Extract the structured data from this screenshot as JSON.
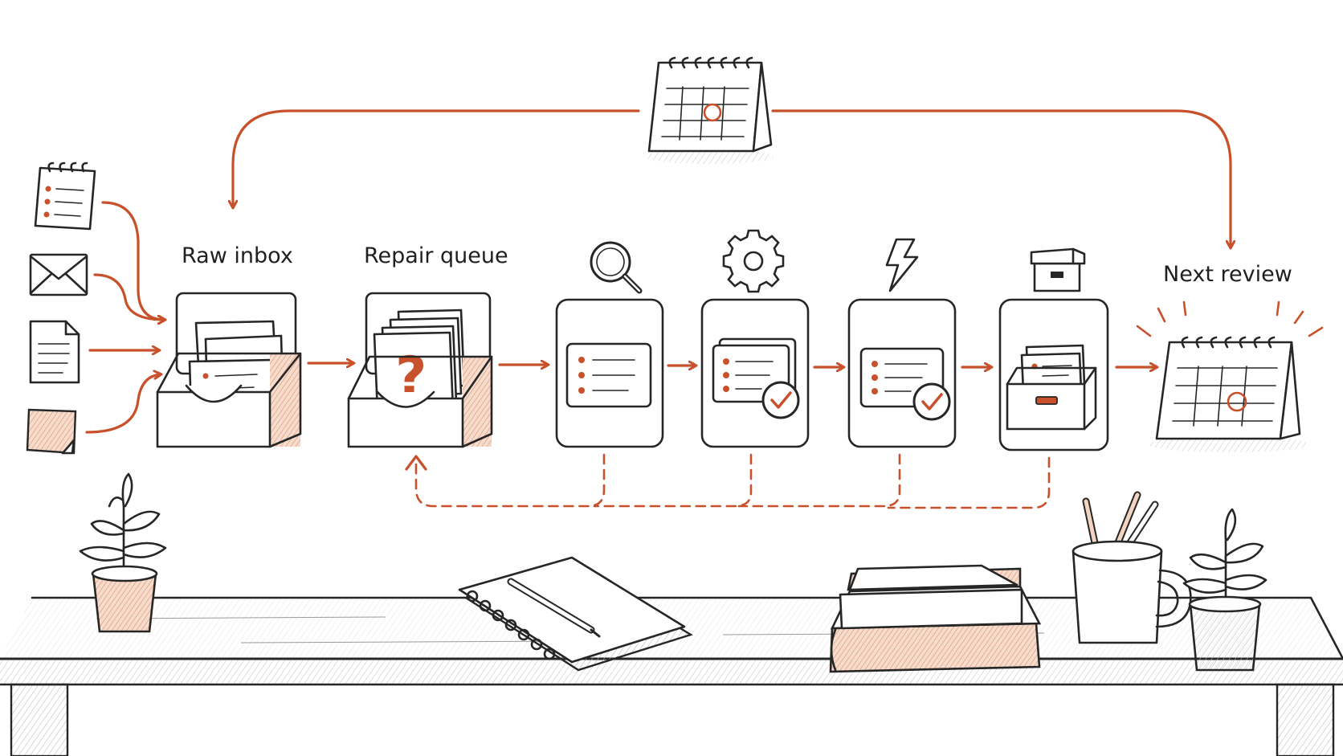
{
  "labels": {
    "raw_inbox": "Raw inbox",
    "repair_queue": "Repair queue",
    "next_review": "Next review"
  },
  "colors": {
    "accent": "#c8502a",
    "ink": "#262626",
    "paper": "#ffffff",
    "accent_fill": "#f3d3c1"
  },
  "icons": {
    "inputs": [
      "notepad-icon",
      "envelope-icon",
      "document-icon",
      "sticky-note-icon"
    ],
    "stages": [
      "magnifier-icon",
      "gear-icon",
      "lightning-icon",
      "archive-box-icon"
    ],
    "schedule": "desk-calendar-icon"
  }
}
